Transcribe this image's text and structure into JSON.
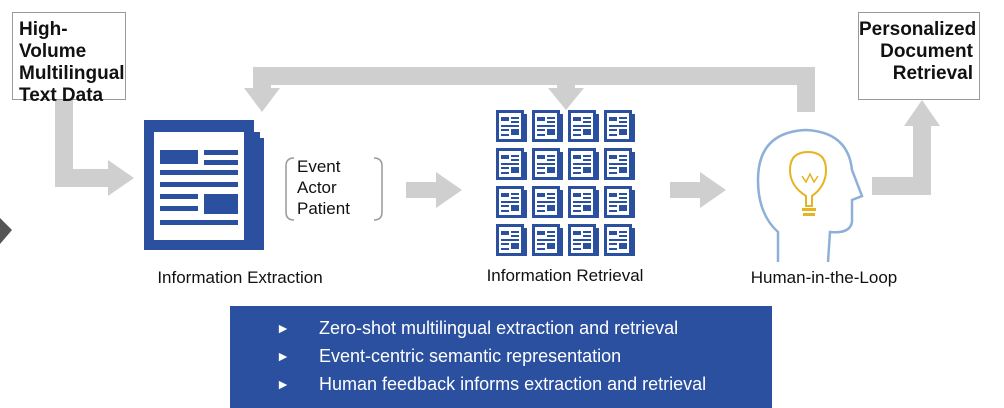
{
  "input_box": {
    "lines": [
      "High-Volume",
      "Multilingual",
      "Text Data"
    ]
  },
  "output_box": {
    "lines": [
      "Personalized",
      "Document",
      "Retrieval"
    ]
  },
  "extraction_fields": [
    "Event",
    "Actor",
    "Patient"
  ],
  "captions": {
    "extraction": "Information Extraction",
    "retrieval": "Information Retrieval",
    "human": "Human-in-the-Loop"
  },
  "bullets": [
    "Zero-shot multilingual extraction and retrieval",
    "Event-centric semantic representation",
    "Human feedback informs extraction and retrieval"
  ],
  "bullet_glyph": "►",
  "colors": {
    "doc_blue": "#2b50a0",
    "arrow_gray": "#cfcfcf",
    "bulb_gold": "#e6b422",
    "head_blue": "#8fb0d6"
  }
}
